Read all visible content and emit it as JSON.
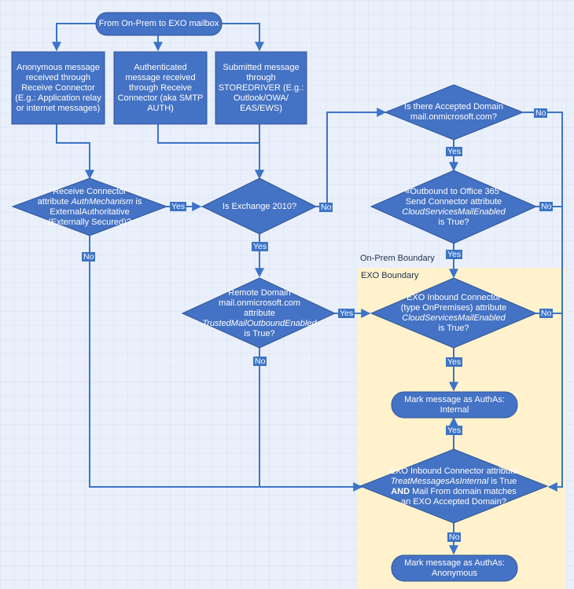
{
  "diagram": {
    "boundaries": {
      "onprem": "On-Prem Boundary",
      "exo": "EXO Boundary"
    },
    "nodes": {
      "start": "From On-Prem to EXO mailbox",
      "anon": "Anonymous message received through Receive Connector (E.g.: Application relay or internet messages)",
      "auth": "Authenticated message received through Receive Connector (aka SMTP AUTH)",
      "submitted": "Submitted message through STOREDRIVER (E.g.: Outlook/OWA/ EAS/EWS)",
      "accepted_domain": "Is there Accepted Domain mail.onmicrosoft.com?",
      "recv_connector_pre": "Receive Connector attribute ",
      "recv_connector_italic": "AuthMechanism",
      "recv_connector_post": " is ExternalAuthoritative (Externally Secured)?",
      "exchange2010": "Is Exchange 2010?",
      "outbound_pre": "«Outbound to Office 365\" Send Connector attribute ",
      "outbound_italic": "CloudServicesMailEnabled",
      "outbound_post": " is True?",
      "remote_pre": "Remote Domain mail.onmicrosoft.com attribute ",
      "remote_italic": "TrustedMailOutboundEnabled",
      "remote_post": " is True?",
      "exo_inbound_pre": "EXO Inbound Connector (type OnPremises) attribute ",
      "exo_inbound_italic": "CloudServicesMailEnabled",
      "exo_inbound_post": " is True?",
      "mark_internal": "Mark message as AuthAs: Internal",
      "treat_pre": "EXO Inbound Connector attribute ",
      "treat_italic": "TreatMessagesAsInternal",
      "treat_mid": " is True ",
      "treat_bold": "AND",
      "treat_post": " Mail From domain matches an EXO Accepted Domain?",
      "mark_anon": "Mark message as AuthAs: Anonymous"
    },
    "edges": {
      "yes": "Yes",
      "no": "No"
    },
    "colors": {
      "node_fill": "#4472c4",
      "node_stroke": "#2f5597",
      "arrow": "#3c74c8",
      "exo_zone": "#fff2cc",
      "background": "#eaf0fb"
    }
  }
}
